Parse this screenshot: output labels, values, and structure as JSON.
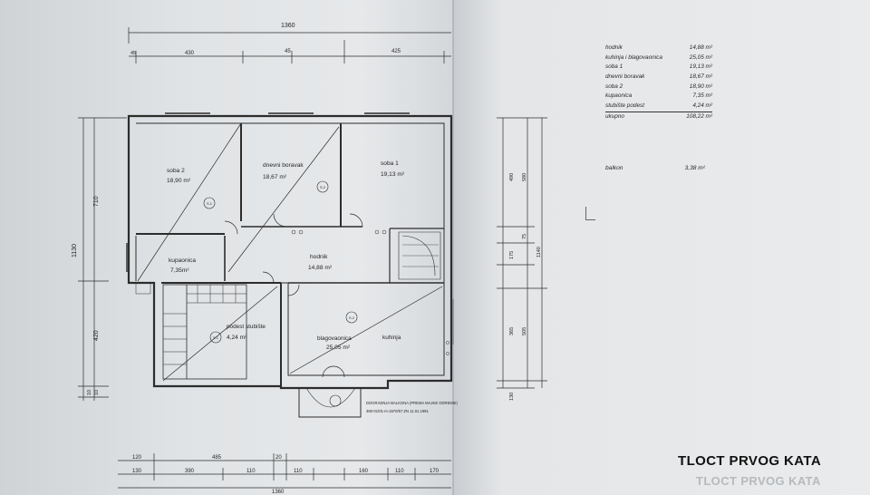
{
  "title": "TLOCT PRVOG KATA",
  "rooms": [
    {
      "name": "soba 2",
      "area": "18,90 m²",
      "tag": "S.1"
    },
    {
      "name": "dnevni boravak",
      "area": "18,67 m²",
      "tag": "S.2"
    },
    {
      "name": "soba 1",
      "area": "19,13 m²",
      "tag": ""
    },
    {
      "name": "kupaonica",
      "area": "7,35m²",
      "tag": ""
    },
    {
      "name": "hodnik",
      "area": "14,88 m²",
      "tag": ""
    },
    {
      "name": "podest stubište",
      "area": "4,24 m²",
      "tag": "S.1"
    },
    {
      "name": "blagovaonica",
      "area": "25,05 m²",
      "tag": "S.2"
    },
    {
      "name": "kuhinja",
      "area": "",
      "tag": ""
    }
  ],
  "area_table": [
    {
      "label": "hodnik",
      "value": "14,88 m²"
    },
    {
      "label": "kuhinja i blagovaonica",
      "value": "25,05 m²"
    },
    {
      "label": "soba 1",
      "value": "19,13 m²"
    },
    {
      "label": "dnevni boravak",
      "value": "18,67 m²"
    },
    {
      "label": "soba 2",
      "value": "18,90 m²"
    },
    {
      "label": "kupaonica",
      "value": "7,35 m²"
    },
    {
      "label": "stubište podest",
      "value": "4,24 m²"
    },
    {
      "label": "ukupno",
      "value": "108,22 m²"
    }
  ],
  "balcony": {
    "label": "balkon",
    "value": "3,38 m²"
  },
  "dims": {
    "top_total": "1360",
    "top_parts": [
      "45",
      "430",
      "45",
      "425"
    ],
    "left_total": "1130",
    "left_parts": [
      "710",
      "420",
      "10",
      "10"
    ],
    "right_parts": [
      "490",
      "580",
      "175",
      "75",
      "365",
      "505",
      "130",
      "1140"
    ],
    "bottom_row1": [
      "120",
      "485",
      "20"
    ],
    "bottom_row2": [
      "130",
      "390",
      "110",
      "110",
      "160",
      "110",
      "170"
    ],
    "bottom_total": "1360"
  },
  "stamp": "DOGRADNJA BALKONA (PREMA MAJKE ODREDBI)",
  "stamp2": "360-01/01-m-1570/57 ZN 11.01.1991"
}
